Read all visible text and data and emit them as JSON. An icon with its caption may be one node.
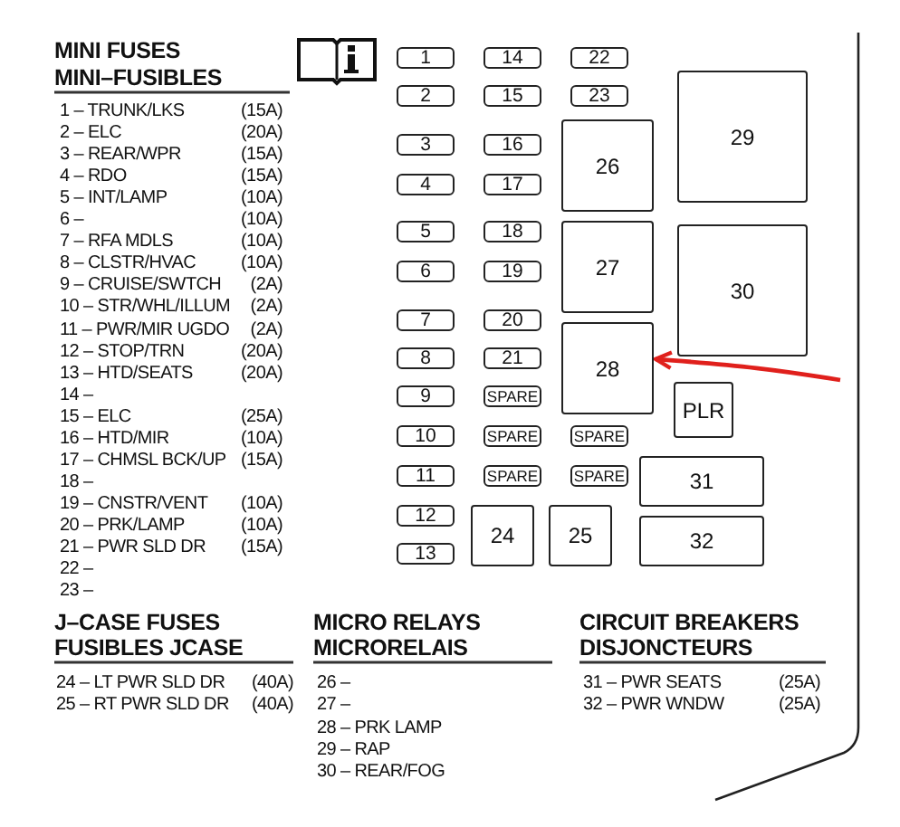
{
  "diagram": {
    "nodes": [
      {
        "text": [
          "1"
        ]
      },
      {
        "text": [
          "2"
        ]
      },
      {
        "text": [
          "3"
        ]
      },
      {
        "text": [
          "4"
        ]
      },
      {
        "text": [
          "5"
        ]
      },
      {
        "text": [
          "6"
        ]
      },
      {
        "text": [
          "7"
        ]
      },
      {
        "text": [
          "8"
        ]
      },
      {
        "text": [
          "9"
        ]
      },
      {
        "text": [
          "10"
        ]
      },
      {
        "text": [
          "11"
        ]
      },
      {
        "text": [
          "12"
        ]
      },
      {
        "text": [
          "13"
        ]
      },
      {
        "text": [
          "14"
        ]
      },
      {
        "text": [
          "15"
        ]
      },
      {
        "text": [
          "16"
        ]
      },
      {
        "text": [
          "17"
        ]
      },
      {
        "text": [
          "18"
        ]
      },
      {
        "text": [
          "19"
        ]
      },
      {
        "text": [
          "20"
        ]
      },
      {
        "text": [
          "21"
        ]
      },
      {
        "text": [
          "SPARE"
        ]
      },
      {
        "text": [
          "SPARE"
        ]
      },
      {
        "text": [
          "SPARE"
        ]
      },
      {
        "text": [
          "22"
        ]
      },
      {
        "text": [
          "23"
        ]
      },
      {
        "text": [
          "SPARE"
        ]
      },
      {
        "text": [
          "SPARE"
        ]
      },
      {
        "text": [
          "24"
        ]
      },
      {
        "text": [
          "25"
        ]
      },
      {
        "text": [
          "26"
        ]
      },
      {
        "text": [
          "27"
        ]
      },
      {
        "text": [
          "28"
        ]
      },
      {
        "text": [
          "29"
        ]
      },
      {
        "text": [
          "30"
        ]
      },
      {
        "text": [
          "PLR"
        ]
      },
      {
        "text": [
          "31"
        ]
      },
      {
        "text": [
          "32"
        ]
      }
    ],
    "edges": [
      {
        "from": null,
        "to": 32,
        "arrow": "to",
        "color": "#e0201c"
      }
    ],
    "labels": [
      "MINI FUSES",
      "MINI–FUSIBLES",
      "1 – TRUNK/LKS",
      "(15A)",
      "2 – ELC",
      "(20A)",
      "3 – REAR/WPR",
      "(15A)",
      "4 – RDO",
      "(15A)",
      "5 – INT/LAMP",
      "(10A)",
      "6 –",
      "(10A)",
      "7 – RFA MDLS",
      "(10A)",
      "8 – CLSTR/HVAC",
      "(10A)",
      "9 – CRUISE/SWTCH",
      "(2A)",
      "10 – STR/WHL/ILLUM",
      "(2A)",
      "11 – PWR/MIR UGDO",
      "(2A)",
      "12 – STOP/TRN",
      "(20A)",
      "13 – HTD/SEATS",
      "(20A)",
      "14 –",
      "15 – ELC",
      "(25A)",
      "16 – HTD/MIR",
      "(10A)",
      "17 – CHMSL BCK/UP",
      "(15A)",
      "18 –",
      "19 – CNSTR/VENT",
      "(10A)",
      "20 – PRK/LAMP",
      "(10A)",
      "21 – PWR SLD DR",
      "(15A)",
      "22 –",
      "23 –",
      "J–CASE FUSES",
      "FUSIBLES JCASE",
      "24 – LT PWR SLD DR",
      "(40A)",
      "25 – RT PWR SLD DR",
      "(40A)",
      "MICRO RELAYS",
      "MICRORELAIS",
      "26 –",
      "27 –",
      "28 – PRK LAMP",
      "29 – RAP",
      "30 – REAR/FOG",
      "CIRCUIT BREAKERS",
      "DISJONCTEURS",
      "31 – PWR SEATS",
      "(25A)",
      "32 – PWR WNDW",
      "(25A)"
    ]
  }
}
